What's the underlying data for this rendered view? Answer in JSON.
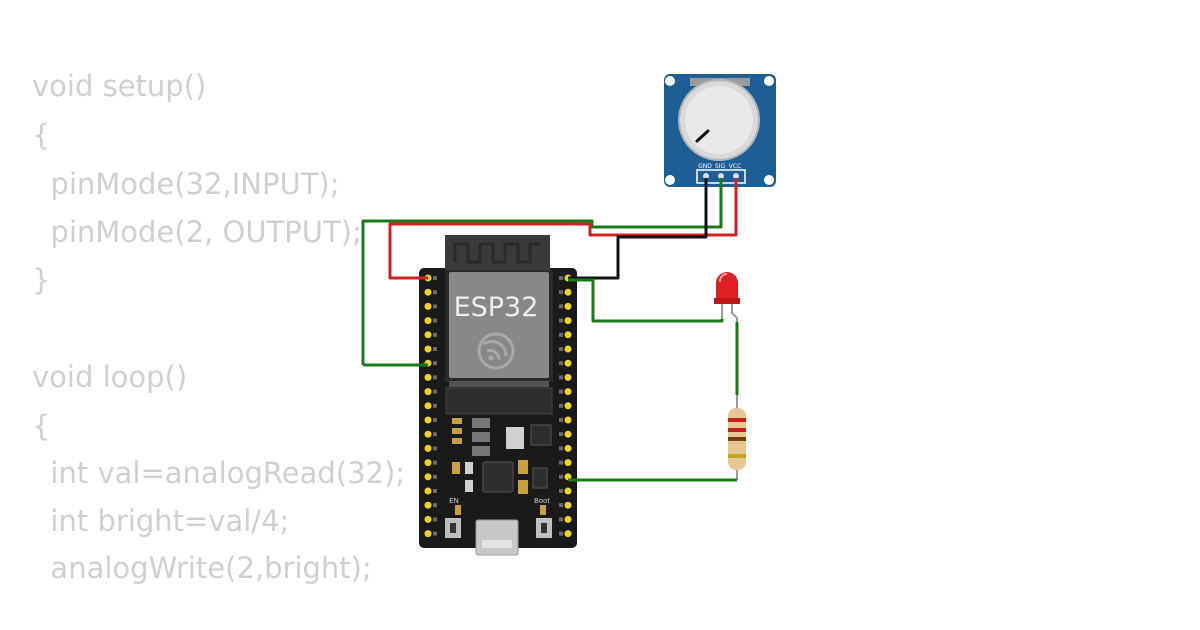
{
  "code": {
    "lines": [
      "void setup()",
      "{",
      "  pinMode(32,INPUT);",
      "  pinMode(2, OUTPUT);",
      "}",
      "",
      "void loop()",
      "{",
      "  int val=analogRead(32);",
      "  int bright=val/4;",
      "  analogWrite(2,bright);"
    ]
  },
  "board": {
    "label": "ESP32",
    "en_label": "EN",
    "boot_label": "Boot"
  },
  "potentiometer": {
    "pin_labels": [
      "GND",
      "SIG",
      "VCC"
    ]
  },
  "colors": {
    "board": "#1a1a1a",
    "pcb_blue": "#1e5e96",
    "wire_green": "#1a7a1a",
    "wire_red": "#d42020",
    "wire_black": "#111111",
    "led": "#e02020",
    "pin_gold": "#f2d21a",
    "code_text": "#cfcfcf"
  }
}
